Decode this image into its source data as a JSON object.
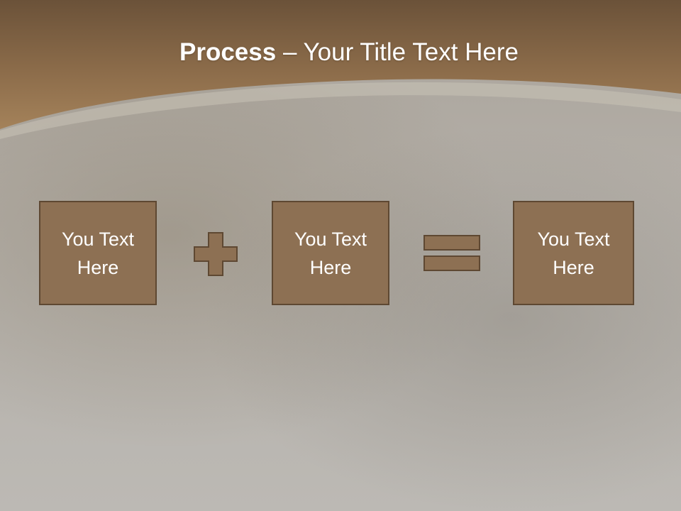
{
  "slide": {
    "title_bold": "Process",
    "title_rest": " – Your Title Text Here",
    "boxes": [
      {
        "text": "You Text Here"
      },
      {
        "text": "You Text Here"
      },
      {
        "text": "You Text Here"
      }
    ],
    "operators": [
      "plus-icon",
      "equals-icon"
    ]
  },
  "colors": {
    "header_brown": "#9a7750",
    "box_fill": "#8d7053",
    "box_border": "#5e4832",
    "background_gray": "#b5b1ab"
  }
}
